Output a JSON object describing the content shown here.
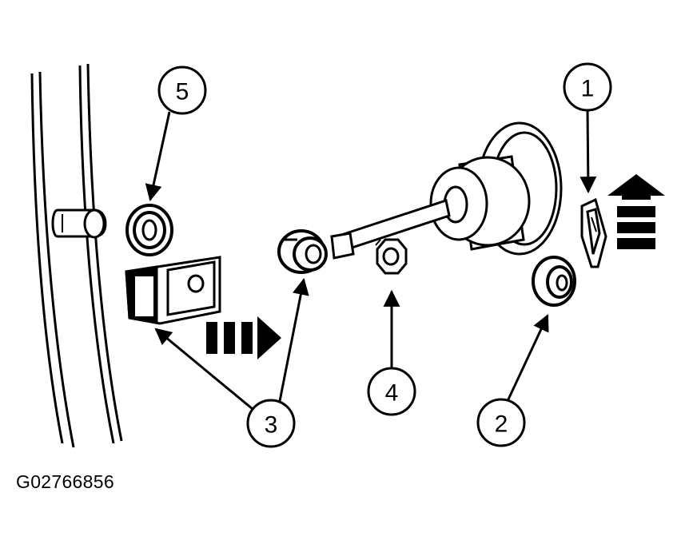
{
  "figure": {
    "id_code": "G02766856"
  },
  "callouts": {
    "c1": "1",
    "c2": "2",
    "c3": "3",
    "c4": "4",
    "c5": "5"
  },
  "colors": {
    "ink": "#000000",
    "paper": "#ffffff"
  },
  "parts": [
    "door-panel-edge",
    "lock-cylinder-housing",
    "lock-actuator-rod",
    "retaining-clip",
    "bushing-grommet",
    "rod-end-connector",
    "nut",
    "hinge-pin",
    "bracket"
  ]
}
